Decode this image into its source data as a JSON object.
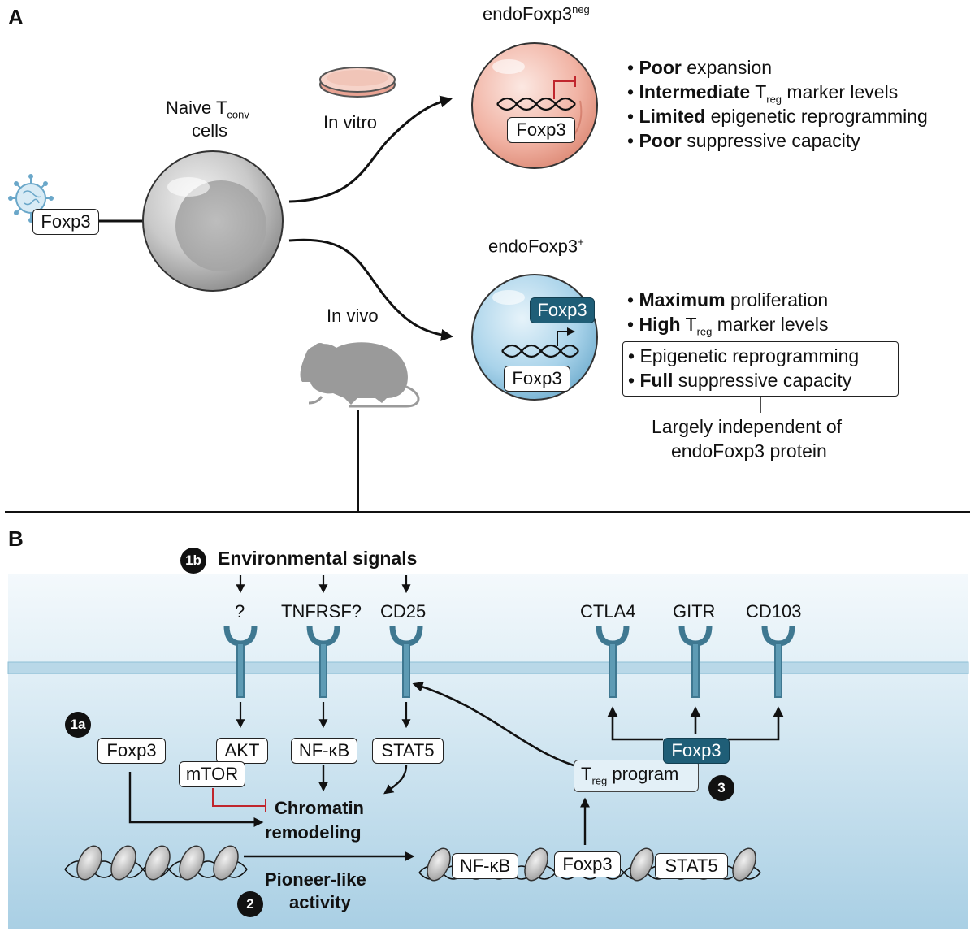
{
  "panel_a": {
    "label": "A",
    "naive_label_line1": "Naive T",
    "naive_label_sub": "conv",
    "naive_label_line2": "cells",
    "vector_gene": "Foxp3",
    "in_vitro": "In vitro",
    "in_vivo": "In vivo",
    "neg_title": "endoFoxp3",
    "neg_title_sup": "neg",
    "neg_gene": "Foxp3",
    "neg_bullets": [
      {
        "bold": "Poor",
        "rest": " expansion"
      },
      {
        "bold": "Intermediate",
        "rest_pre": " T",
        "sub": "reg",
        "rest": " marker levels"
      },
      {
        "bold": "Limited",
        "rest": " epigenetic reprogramming"
      },
      {
        "bold": "Poor",
        "rest": " suppressive capacity"
      }
    ],
    "pos_title": "endoFoxp3",
    "pos_title_sup": "+",
    "pos_protein": "Foxp3",
    "pos_gene": "Foxp3",
    "pos_bullets": [
      {
        "bold": "Maximum",
        "rest": " proliferation"
      },
      {
        "bold": "High",
        "rest_pre": " T",
        "sub": "reg",
        "rest": " marker levels"
      }
    ],
    "boxed_bullets": [
      {
        "bold": "",
        "rest": "Epigenetic reprogramming"
      },
      {
        "bold": "Full",
        "rest": " suppressive capacity"
      }
    ],
    "independent_line1": "Largely independent of",
    "independent_line2": "endoFoxp3 protein"
  },
  "panel_b": {
    "label": "B",
    "badge_1b": "1b",
    "env_signals": "Environmental signals",
    "receptor_q": "?",
    "receptor_tnfrsf": "TNFRSF?",
    "receptor_cd25": "CD25",
    "receptor_ctla4": "CTLA4",
    "receptor_gitr": "GITR",
    "receptor_cd103": "CD103",
    "badge_1a": "1a",
    "foxp3_box": "Foxp3",
    "akt": "AKT",
    "mtor": "mTOR",
    "nfkb": "NF-κB",
    "stat5": "STAT5",
    "chromatin_line1": "Chromatin",
    "chromatin_line2": "remodeling",
    "badge_2": "2",
    "pioneer_line1": "Pioneer-like",
    "pioneer_line2": "activity",
    "treg_prefix": "T",
    "treg_sub": "reg",
    "treg_suffix": " program",
    "foxp3_dark": "Foxp3",
    "badge_3": "3",
    "dna_nfkb": "NF-κB",
    "dna_foxp3": "Foxp3",
    "dna_stat5": "STAT5"
  },
  "colors": {
    "cell_bg_top": "#eef6fb",
    "cell_bg_bottom": "#a9cfe5",
    "membrane": "#bfdceb",
    "receptor": "#5e9bb4",
    "inhibit": "#c0262d",
    "foxp3_dark": "#1f5e77"
  }
}
